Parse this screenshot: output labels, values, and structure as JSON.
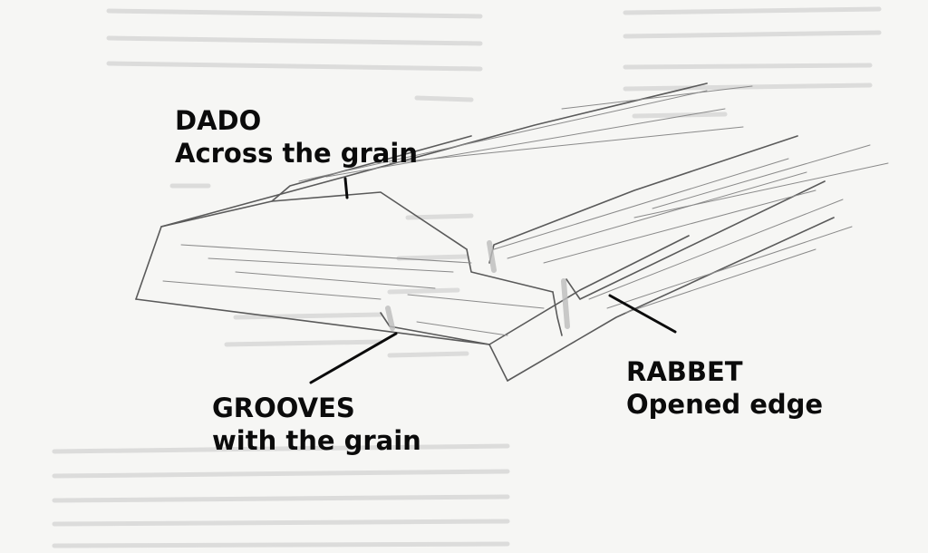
{
  "labels": {
    "dado": {
      "title": "DADO",
      "subtitle": "Across the grain"
    },
    "grooves": {
      "title": "GROOVES",
      "subtitle": "with the grain"
    },
    "rabbet": {
      "title": "RABBET",
      "subtitle": "Opened edge"
    }
  },
  "colors": {
    "paper": "#f6f6f4",
    "pencil": "#5a5a5a",
    "ink": "#0b0b0b"
  }
}
